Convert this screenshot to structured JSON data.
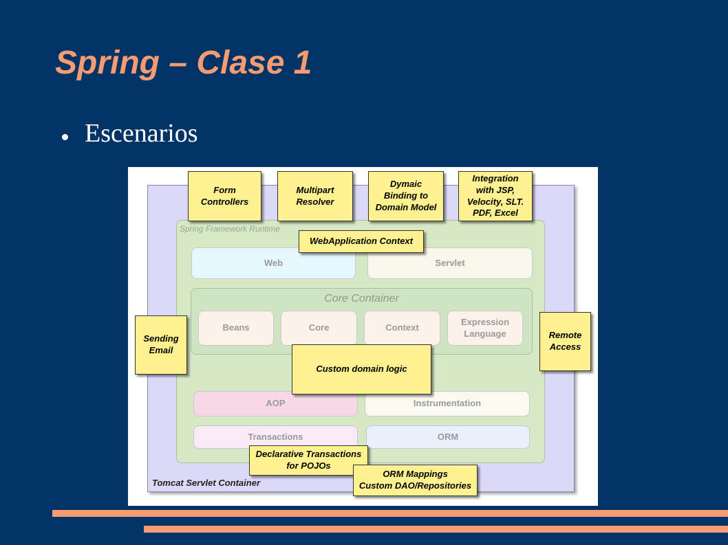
{
  "slide": {
    "title": "Spring – Clase 1",
    "bullet": "Escenarios"
  },
  "diagram": {
    "container_label": "Tomcat Servlet Container",
    "runtime_label": "Spring Framework Runtime",
    "modules": {
      "web": "Web",
      "servlet": "Servlet",
      "core_container": "Core Container",
      "beans": "Beans",
      "core": "Core",
      "context": "Context",
      "expression_language": "Expression\nLanguage",
      "aop": "AOP",
      "instrumentation": "Instrumentation",
      "transactions": "Transactions",
      "orm": "ORM"
    },
    "notes": {
      "form_controllers": "Form\nControllers",
      "multipart_resolver": "Multipart\nResolver",
      "dynamic_binding": "Dymaic\nBinding to\nDomain Model",
      "integration": "Integration\nwith JSP,\nVelocity, SLT.\nPDF, Excel",
      "webapp_context": "WebApplication Context",
      "sending_email": "Sending\nEmail",
      "remote_access": "Remote\nAccess",
      "custom_domain_logic": "Custom domain logic",
      "declarative_tx": "Declarative Transactions\nfor POJOs",
      "orm_mappings": "ORM Mappings\nCustom DAO/Repositories"
    }
  },
  "colors": {
    "background": "#003366",
    "accent": "#f79c72",
    "note_fill": "#fdf28f",
    "tomcat_fill": "#dcd8f8",
    "runtime_fill": "#d6e8c6"
  }
}
